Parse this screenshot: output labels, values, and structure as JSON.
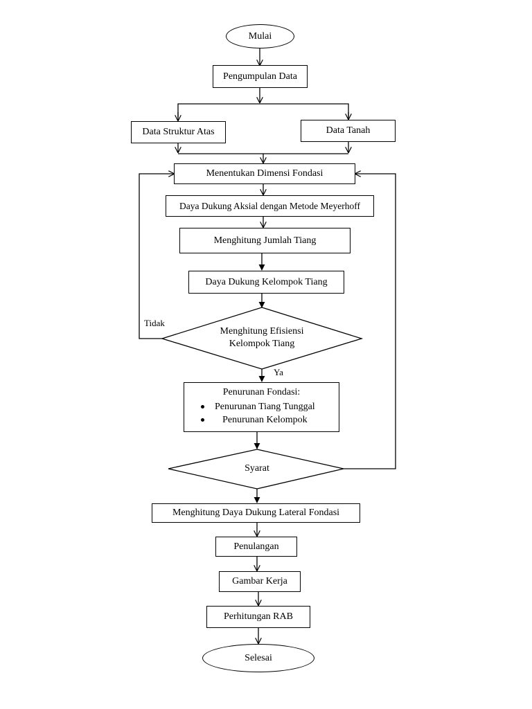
{
  "nodes": {
    "start": "Mulai",
    "data_collection": "Pengumpulan Data",
    "upper_structure_data": "Data Struktur Atas",
    "soil_data": "Data Tanah",
    "foundation_dimension": "Menentukan Dimensi Fondasi",
    "axial_capacity": "Daya Dukung Aksial dengan Metode Meyerhoff",
    "pile_count": "Menghitung Jumlah Tiang",
    "group_capacity": "Daya Dukung Kelompok Tiang",
    "efficiency_line1": "Menghitung Efisiensi",
    "efficiency_line2": "Kelompok Tiang",
    "settlement_title": "Penurunan Fondasi:",
    "settlement_items": [
      "Penurunan Tiang Tunggal",
      "Penurunan Kelompok"
    ],
    "requirement": "Syarat",
    "lateral_capacity": "Menghitung Daya Dukung Lateral Fondasi",
    "reinforcement": "Penulangan",
    "working_drawing": "Gambar Kerja",
    "cost_estimate": "Perhitungan RAB",
    "end": "Selesai"
  },
  "edge_labels": {
    "no": "Tidak",
    "yes": "Ya"
  }
}
